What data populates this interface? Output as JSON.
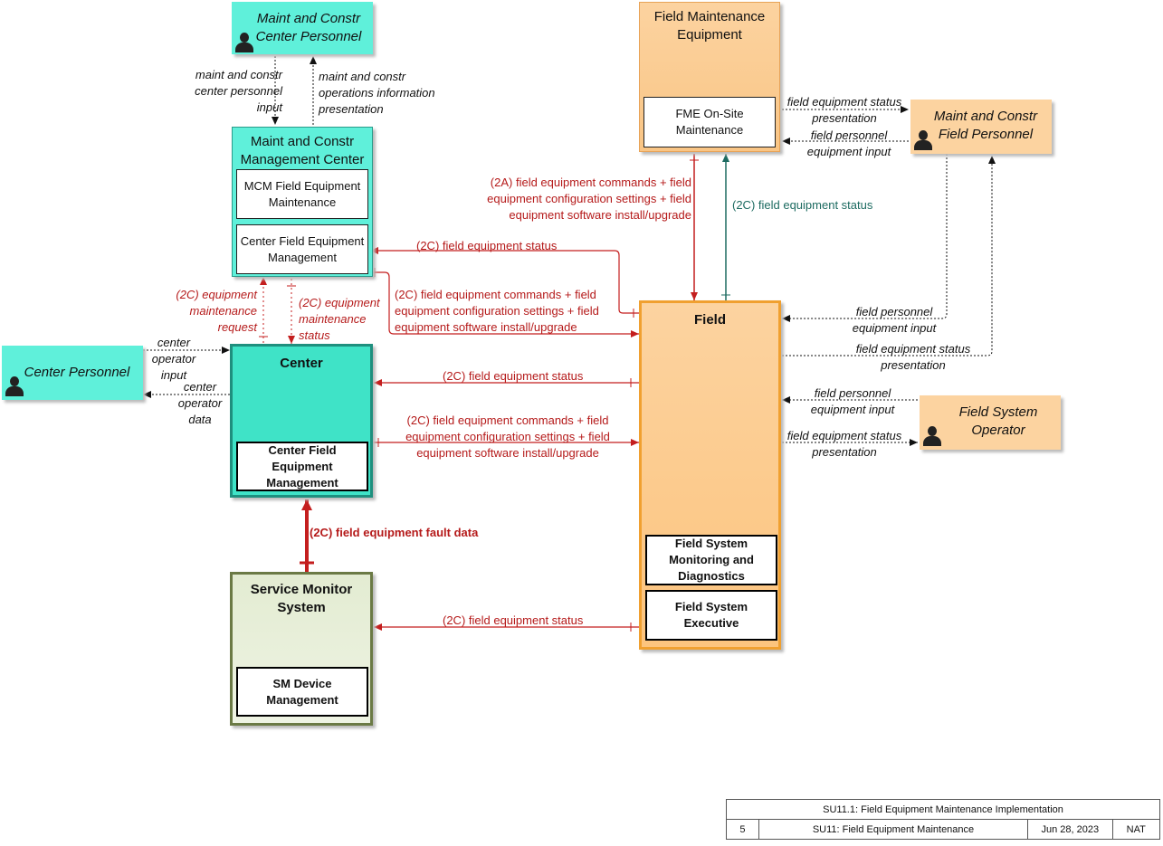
{
  "colors": {
    "teal_fill": "#5ff0da",
    "orange_fill": "#fcd3a0",
    "olive_fill": "#e3ecd2",
    "red": "#b51a1a",
    "teal_line": "#1d6b61"
  },
  "actors": {
    "mc_personnel": "Maint and Constr Center Personnel",
    "field_personnel": "Maint and Constr Field Personnel",
    "center_personnel": "Center Personnel",
    "field_operator": "Field System Operator",
    "person_icon": "person-icon"
  },
  "objects": {
    "mcm": {
      "title": "Maint and Constr Management Center",
      "sub1": "MCM Field Equipment Maintenance",
      "sub2": "Center Field Equipment Management"
    },
    "fme": {
      "title": "Field Maintenance Equipment",
      "sub1": "FME On-Site Maintenance"
    },
    "center": {
      "title": "Center",
      "sub1": "Center Field Equipment Management"
    },
    "field": {
      "title": "Field",
      "sub1": "Field System Monitoring and Diagnostics",
      "sub2": "Field System Executive"
    },
    "sms": {
      "title": "Service Monitor System",
      "sub1": "SM Device Management"
    }
  },
  "flows": {
    "mc_input": "maint and constr center personnel input",
    "mc_presentation": "maint and constr operations information presentation",
    "fme_status_pres": "field equipment status presentation",
    "fme_personnel_input": "field personnel equipment input",
    "fme_to_field": "(2A) field equipment commands + field equipment configuration settings + field equipment software install/upgrade",
    "field_to_fme": "(2C) field equipment status",
    "field_to_mcm_status": "(2C) field equipment status",
    "mcm_to_field": "(2C) field equipment commands + field equipment configuration settings + field equipment software install/upgrade",
    "maint_request": "(2C) equipment maintenance request",
    "maint_status": "(2C) equipment maintenance status",
    "center_op_input": "center operator input",
    "center_op_data": "center operator data",
    "field_to_center_status": "(2C) field equipment status",
    "center_to_field": "(2C) field equipment commands + field equipment configuration settings + field equipment software install/upgrade",
    "fault_data": "(2C) field equipment fault data",
    "field_to_sms_status": "(2C) field equipment status",
    "fp_input_field": "field personnel equipment input",
    "fp_status_field": "field equipment status presentation",
    "fso_input": "field personnel equipment input",
    "fso_status": "field equipment status presentation"
  },
  "title_block": {
    "title": "SU11.1: Field Equipment Maintenance Implementation",
    "page": "5",
    "package": "SU11: Field Equipment Maintenance",
    "date": "Jun 28, 2023",
    "org": "NAT"
  }
}
